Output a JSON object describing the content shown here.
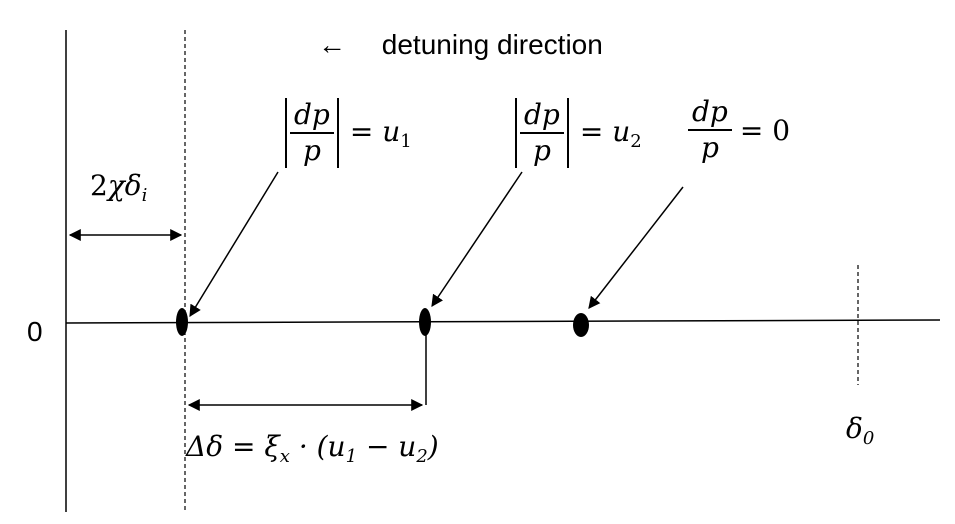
{
  "header": {
    "arrow_glyph": "←",
    "direction_text": "detuning direction"
  },
  "axis": {
    "zero_label": "0",
    "delta0_symbol": "δ",
    "delta0_subscript": "0"
  },
  "offset_label": {
    "coefficient": "2",
    "chi": "χ",
    "delta": "δ",
    "subscript": "i"
  },
  "point_labels": [
    {
      "numerator": "dp",
      "denominator": "p",
      "equals": "=",
      "rhs_var": "u",
      "rhs_sub": "1"
    },
    {
      "numerator": "dp",
      "denominator": "p",
      "equals": "=",
      "rhs_var": "u",
      "rhs_sub": "2"
    },
    {
      "numerator": "dp",
      "denominator": "p",
      "equals": "=",
      "rhs_value": "0"
    }
  ],
  "delta_formula": {
    "lhs": "Δδ = ξ",
    "xi_sub": "x",
    "middle": " · (u",
    "u1_sub": "1",
    "minus": " − u",
    "u2_sub": "2",
    "close": ")"
  },
  "colors": {
    "ink": "#000000",
    "background": "#ffffff"
  }
}
